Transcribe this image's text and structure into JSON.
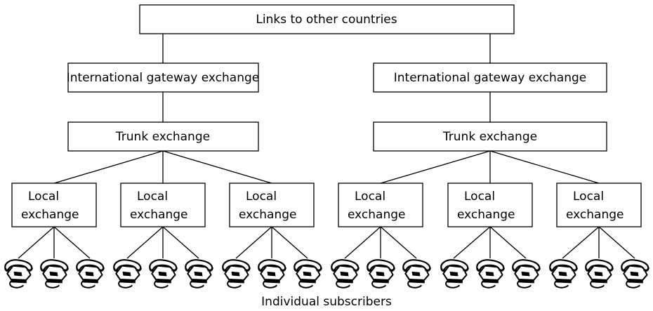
{
  "top_node": {
    "label": "Links to other countries"
  },
  "gateways": [
    {
      "label": "International gateway exchange"
    },
    {
      "label": "International gateway exchange"
    }
  ],
  "trunks": [
    {
      "label": "Trunk exchange"
    },
    {
      "label": "Trunk exchange"
    }
  ],
  "locals": [
    {
      "line1": "Local",
      "line2": "exchange"
    },
    {
      "line1": "Local",
      "line2": "exchange"
    },
    {
      "line1": "Local",
      "line2": "exchange"
    },
    {
      "line1": "Local",
      "line2": "exchange"
    },
    {
      "line1": "Local",
      "line2": "exchange"
    },
    {
      "line1": "Local",
      "line2": "exchange"
    }
  ],
  "subscribers_per_local": 3,
  "footer": {
    "label": "Individual subscribers"
  },
  "icon": {
    "name": "telephone-icon"
  }
}
